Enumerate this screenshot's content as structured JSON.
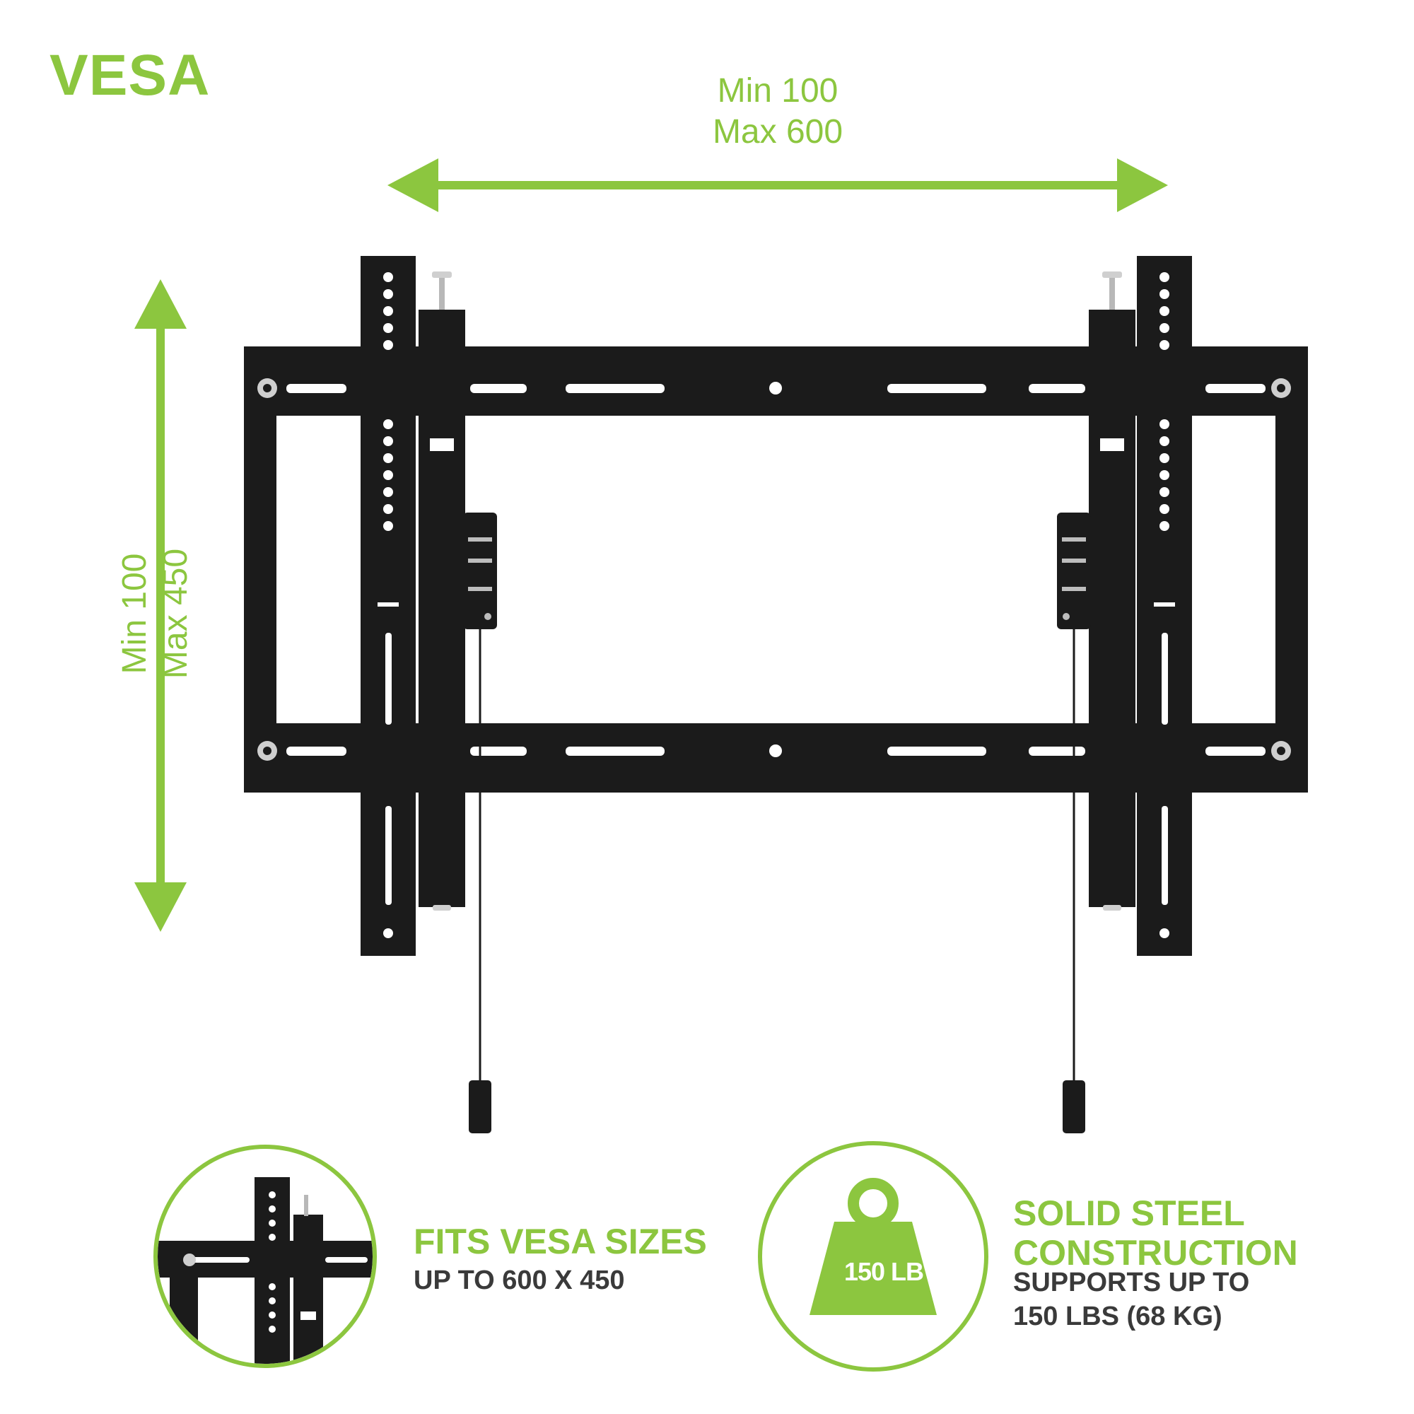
{
  "header": {
    "title": "VESA"
  },
  "dimensions": {
    "horizontal": {
      "min": "Min 100",
      "max": "Max 600"
    },
    "vertical": {
      "min": "Min 100",
      "max": "Max 450"
    }
  },
  "features": [
    {
      "heading": "FITS VESA SIZES",
      "subtext_lines": [
        "UP TO 600 X 450"
      ]
    },
    {
      "heading_lines": [
        "SOLID STEEL",
        "CONSTRUCTION"
      ],
      "subtext_lines": [
        "SUPPORTS UP TO",
        "150 LBS (68 KG)"
      ],
      "badge": "150 LB"
    }
  ],
  "colors": {
    "accent": "#8cc63f",
    "bracket": "#1b1b1b",
    "text_dark": "#3a3a3a"
  },
  "icons": [
    "arrow-horizontal-icon",
    "arrow-vertical-icon",
    "wall-mount-bracket-illustration",
    "bracket-closeup-icon",
    "weight-icon"
  ]
}
